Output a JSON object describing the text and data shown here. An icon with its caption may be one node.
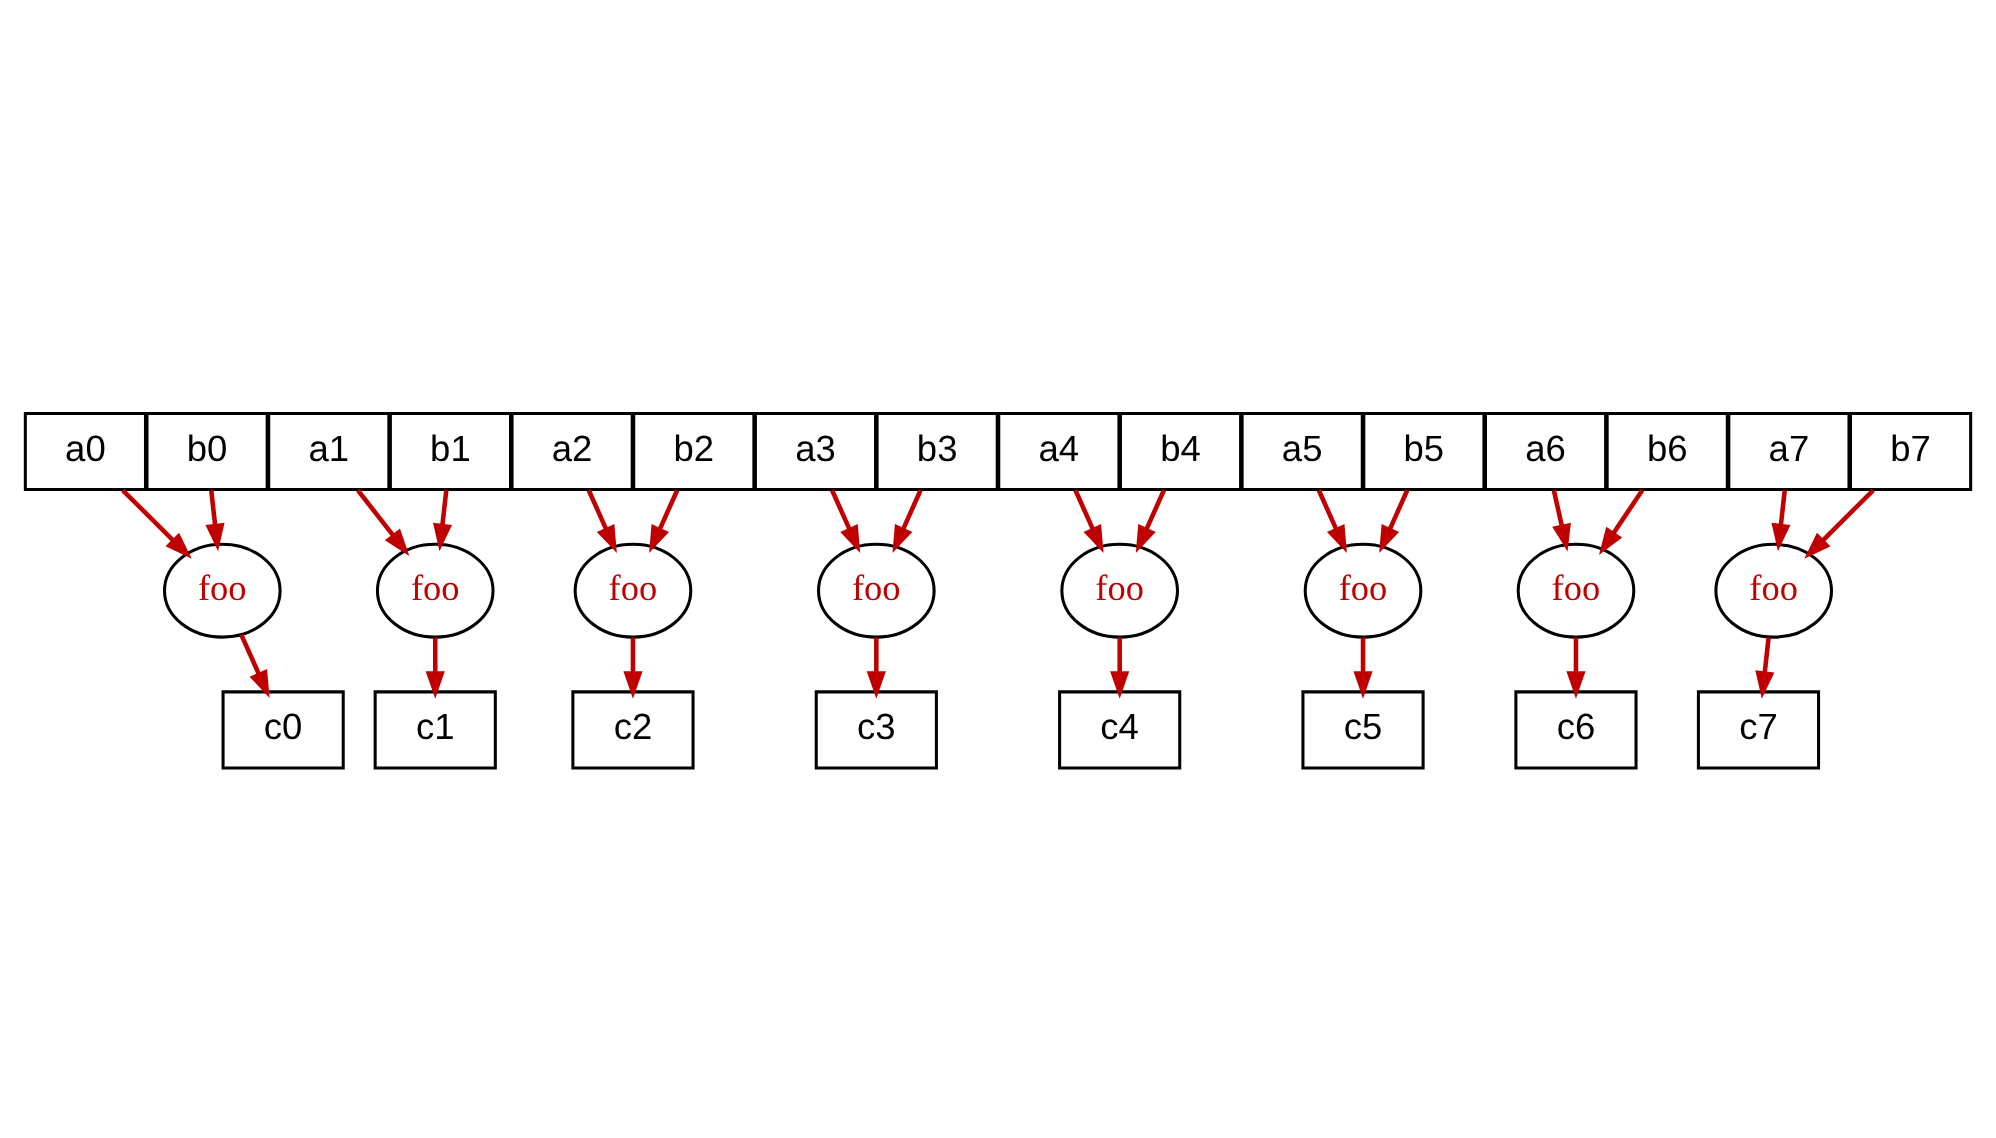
{
  "diagram": {
    "nodes": [
      {
        "text": [
          "a0"
        ]
      },
      {
        "text": [
          "a1"
        ]
      },
      {
        "text": [
          "a2"
        ]
      },
      {
        "text": [
          "a3"
        ]
      },
      {
        "text": [
          "a4"
        ]
      },
      {
        "text": [
          "a5"
        ]
      },
      {
        "text": [
          "a6"
        ]
      },
      {
        "text": [
          "a7"
        ]
      },
      {
        "text": [
          "b0"
        ]
      },
      {
        "text": [
          "b1"
        ]
      },
      {
        "text": [
          "b2"
        ]
      },
      {
        "text": [
          "b3"
        ]
      },
      {
        "text": [
          "b4"
        ]
      },
      {
        "text": [
          "b5"
        ]
      },
      {
        "text": [
          "b6"
        ]
      },
      {
        "text": [
          "b7"
        ]
      },
      {
        "text": [
          "foo"
        ]
      },
      {
        "text": [
          "foo"
        ]
      },
      {
        "text": [
          "foo"
        ]
      },
      {
        "text": [
          "foo"
        ]
      },
      {
        "text": [
          "foo"
        ]
      },
      {
        "text": [
          "foo"
        ]
      },
      {
        "text": [
          "foo"
        ]
      },
      {
        "text": [
          "foo"
        ]
      },
      {
        "text": [
          "c0"
        ]
      },
      {
        "text": [
          "c1"
        ]
      },
      {
        "text": [
          "c2"
        ]
      },
      {
        "text": [
          "c3"
        ]
      },
      {
        "text": [
          "c4"
        ]
      },
      {
        "text": [
          "c5"
        ]
      },
      {
        "text": [
          "c6"
        ]
      },
      {
        "text": [
          "c7"
        ]
      }
    ],
    "edges": [
      {
        "from": 0,
        "to": 16,
        "arrow": "to"
      },
      {
        "from": 8,
        "to": 16,
        "arrow": "to"
      },
      {
        "from": 16,
        "to": 24,
        "arrow": "to"
      },
      {
        "from": 1,
        "to": 17,
        "arrow": "to"
      },
      {
        "from": 9,
        "to": 17,
        "arrow": "to"
      },
      {
        "from": 17,
        "to": 25,
        "arrow": "to"
      },
      {
        "from": 2,
        "to": 18,
        "arrow": "to"
      },
      {
        "from": 10,
        "to": 18,
        "arrow": "to"
      },
      {
        "from": 18,
        "to": 26,
        "arrow": "to"
      },
      {
        "from": 3,
        "to": 19,
        "arrow": "to"
      },
      {
        "from": 11,
        "to": 19,
        "arrow": "to"
      },
      {
        "from": 19,
        "to": 27,
        "arrow": "to"
      },
      {
        "from": 4,
        "to": 20,
        "arrow": "to"
      },
      {
        "from": 12,
        "to": 20,
        "arrow": "to"
      },
      {
        "from": 20,
        "to": 28,
        "arrow": "to"
      },
      {
        "from": 5,
        "to": 21,
        "arrow": "to"
      },
      {
        "from": 13,
        "to": 21,
        "arrow": "to"
      },
      {
        "from": 21,
        "to": 29,
        "arrow": "to"
      },
      {
        "from": 6,
        "to": 22,
        "arrow": "to"
      },
      {
        "from": 14,
        "to": 22,
        "arrow": "to"
      },
      {
        "from": 22,
        "to": 30,
        "arrow": "to"
      },
      {
        "from": 7,
        "to": 23,
        "arrow": "to"
      },
      {
        "from": 15,
        "to": 23,
        "arrow": "to"
      },
      {
        "from": 23,
        "to": 31,
        "arrow": "to"
      }
    ]
  }
}
